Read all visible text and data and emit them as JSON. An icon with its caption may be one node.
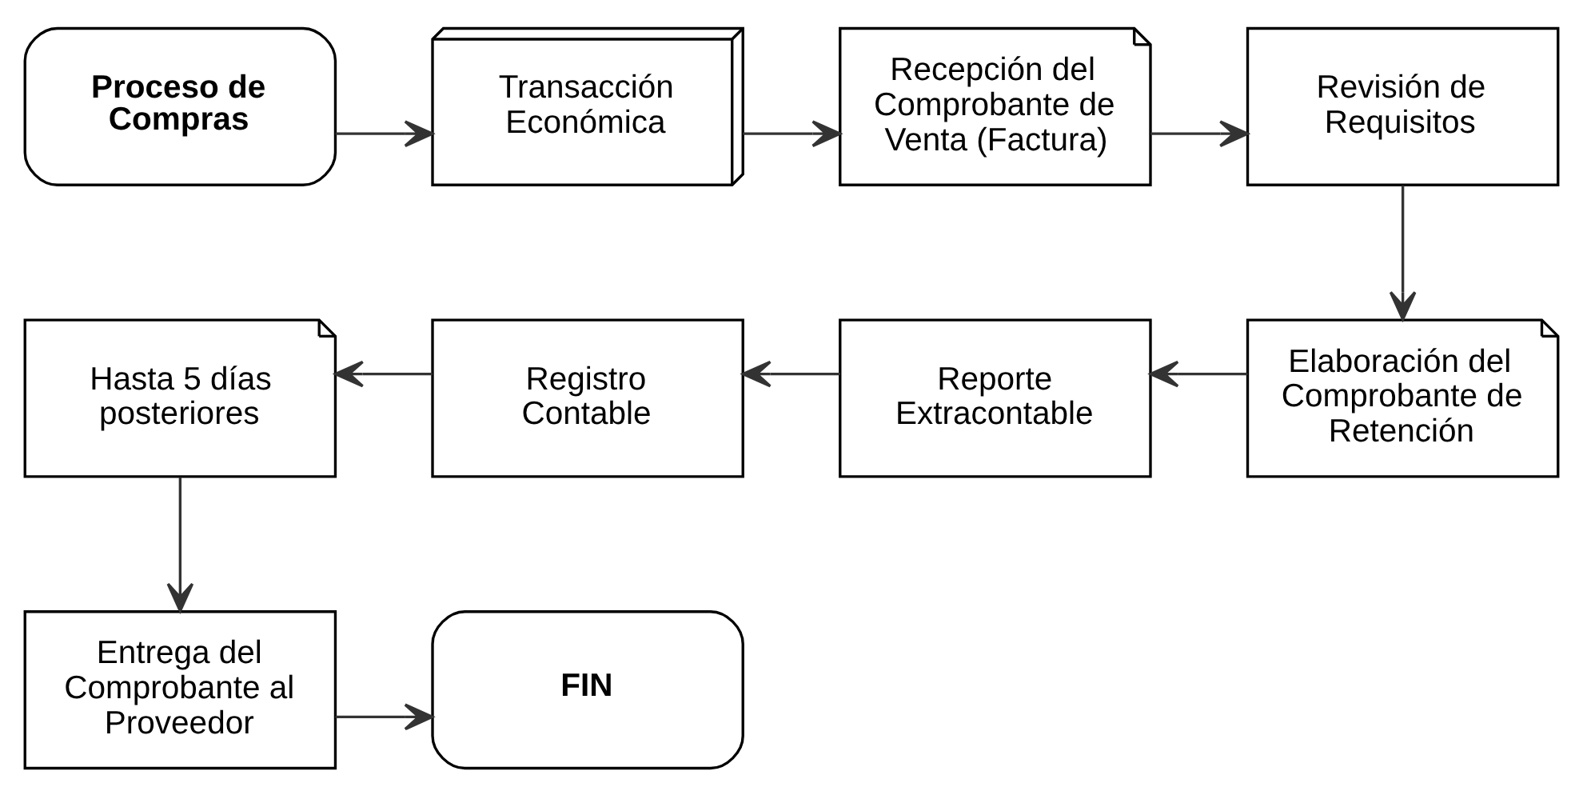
{
  "diagram": {
    "nodes": [
      {
        "text": [
          "Proceso de Compras"
        ]
      },
      {
        "text": [
          "Transacción Económica"
        ]
      },
      {
        "text": [
          "Recepción del Comprobante de Venta (Factura)"
        ]
      },
      {
        "text": [
          "Revisión de Requisitos"
        ]
      },
      {
        "text": [
          "Elaboración del Comprobante de Retención"
        ]
      },
      {
        "text": [
          "Reporte Extracontable"
        ]
      },
      {
        "text": [
          "Registro Contable"
        ]
      },
      {
        "text": [
          "Hasta 5 días posteriores"
        ]
      },
      {
        "text": [
          "Entrega del Comprobante al Proveedor"
        ]
      },
      {
        "text": [
          "FIN"
        ]
      }
    ],
    "edges": [
      {
        "from": 0,
        "to": 1,
        "arrow": "to"
      },
      {
        "from": 1,
        "to": 2,
        "arrow": "to"
      },
      {
        "from": 2,
        "to": 3,
        "arrow": "to"
      },
      {
        "from": 3,
        "to": 4,
        "arrow": "to"
      },
      {
        "from": 4,
        "to": 5,
        "arrow": "to"
      },
      {
        "from": 5,
        "to": 6,
        "arrow": "to"
      },
      {
        "from": 6,
        "to": 7,
        "arrow": "to"
      },
      {
        "from": 7,
        "to": 8,
        "arrow": "to"
      },
      {
        "from": 8,
        "to": 9,
        "arrow": "to"
      }
    ]
  }
}
